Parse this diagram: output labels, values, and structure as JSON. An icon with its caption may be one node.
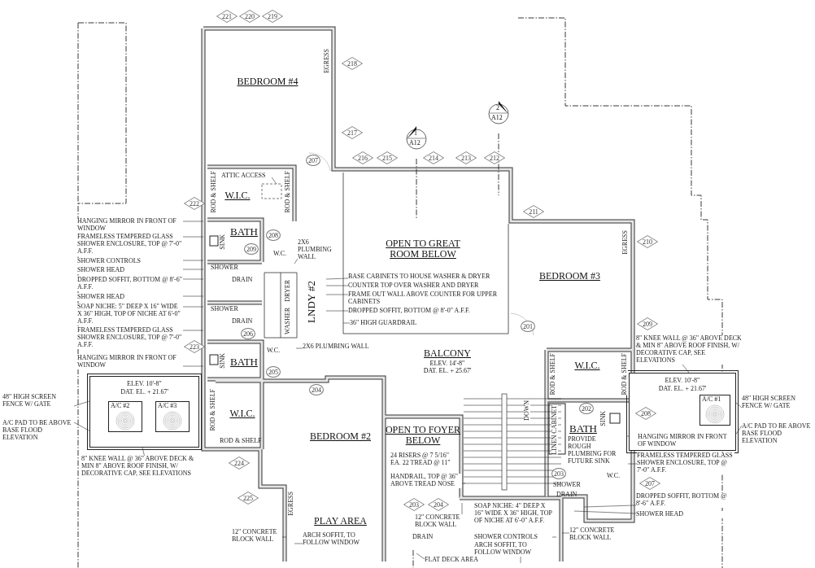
{
  "diagram": {
    "nodes": [
      {
        "text": [
          "BEDROOM #4"
        ]
      },
      {
        "text": [
          "W.I.C."
        ]
      },
      {
        "text": [
          "BATH"
        ]
      },
      {
        "text": [
          "LNDY #2"
        ]
      },
      {
        "text": [
          "BATH"
        ]
      },
      {
        "text": [
          "W.I.C."
        ]
      },
      {
        "text": [
          "BEDROOM #2",
          "PLAY AREA"
        ]
      },
      {
        "text": [
          "OPEN TO GREAT ROOM BELOW"
        ]
      },
      {
        "text": [
          "BALCONY",
          "ELEV. 14'-8\"",
          "DAT. EL. + 25.67'"
        ]
      },
      {
        "text": [
          "BEDROOM #3"
        ]
      },
      {
        "text": [
          "W.I.C."
        ]
      },
      {
        "text": [
          "BATH"
        ]
      },
      {
        "text": [
          "OPEN TO FOYER BELOW"
        ]
      },
      {
        "text": [
          "ELEV. 10'-8\"",
          "DAT. EL. + 21.67'"
        ]
      },
      {
        "text": [
          "A/C #2"
        ],
        "in": 13
      },
      {
        "text": [
          "A/C #3"
        ],
        "in": 13
      },
      {
        "text": [
          "ELEV. 10'-8\"",
          "DAT. EL. + 21.67'"
        ]
      },
      {
        "text": [
          "A/C #1"
        ],
        "in": 16
      },
      {
        "text": [
          "HANGING MIRROR IN FRONT OF WINDOW"
        ]
      },
      {
        "text": [
          "FRAMELESS TEMPERED GLASS SHOWER ENCLOSURE, TOP @ 7'-0\" A.F.F."
        ]
      },
      {
        "text": [
          "SHOWER CONTROLS"
        ]
      },
      {
        "text": [
          "SHOWER HEAD"
        ]
      },
      {
        "text": [
          "DROPPED SOFFIT, BOTTOM @ 8'-6\" A.F.F."
        ]
      },
      {
        "text": [
          "SHOWER HEAD"
        ]
      },
      {
        "text": [
          "SOAP NICHE: 5\" DEEP X 16\" WIDE X 36\" HIGH, TOP OF NICHE AT 6'-0\" A.F.F."
        ]
      },
      {
        "text": [
          "FRAMELESS TEMPERED GLASS SHOWER ENCLOSURE, TOP @ 7'-0\" A.F.F."
        ]
      },
      {
        "text": [
          "HANGING MIRROR IN FRONT OF WINDOW"
        ]
      },
      {
        "text": [
          "48\" HIGH SCREEN FENCE W/ GATE"
        ]
      },
      {
        "text": [
          "A/C PAD TO BE ABOVE BASE FLOOD ELEVATION"
        ]
      },
      {
        "text": [
          "8\" KNEE WALL @ 36\" ABOVE DECK & MIN 8\" ABOVE ROOF FINISH, W/ DECORATIVE CAP, SEE ELEVATIONS"
        ]
      },
      {
        "text": [
          "ATTIC ACCESS"
        ]
      },
      {
        "text": [
          "2X6 PLUMBING WALL"
        ]
      },
      {
        "text": [
          "BASE CABINETS TO HOUSE WASHER & DRYER"
        ]
      },
      {
        "text": [
          "COUNTER TOP OVER WASHER AND DRYER"
        ]
      },
      {
        "text": [
          "FRAME OUT WALL ABOVE COUNTER FOR UPPER CABINETS"
        ]
      },
      {
        "text": [
          "DROPPED SOFFIT, BOTTOM @ 8'-0\" A.F.F."
        ]
      },
      {
        "text": [
          "36\" HIGH GUARDRAIL"
        ]
      },
      {
        "text": [
          "2X6 PLUMBING WALL"
        ]
      },
      {
        "text": [
          "HANDRAIL, TOP @ 36\" ABOVE TREAD NOSE"
        ]
      },
      {
        "text": [
          "12\" CONCRETE BLOCK WALL"
        ]
      },
      {
        "text": [
          "ARCH SOFFIT, TO FOLLOW WINDOW"
        ]
      },
      {
        "text": [
          "12\" CONCRETE BLOCK WALL"
        ]
      },
      {
        "text": [
          "FLAT DECK AREA"
        ]
      },
      {
        "text": [
          "ARCH SOFFIT, TO FOLLOW WINDOW"
        ]
      },
      {
        "text": [
          "SHOWER CONTROLS"
        ]
      },
      {
        "text": [
          "12\" CONCRETE BLOCK WALL"
        ]
      },
      {
        "text": [
          "DROPPED SOFFIT, BOTTOM @ 8'-6\" A.F.F."
        ]
      },
      {
        "text": [
          "SHOWER HEAD"
        ]
      },
      {
        "text": [
          "FRAMELESS TEMPERED GLASS SHOWER ENCLOSURE, TOP @ 7'-0\" A.F.F."
        ]
      },
      {
        "text": [
          "HANGING MIRROR IN FRONT OF WINDOW"
        ],
        "in": 16
      },
      {
        "text": [
          "8\" KNEE WALL @ 36\" ABOVE DECK & MIN 8\" ABOVE ROOF FINISH, W/ DECORATIVE CAP, SEE ELEVATIONS"
        ]
      },
      {
        "text": [
          "48\" HIGH SCREEN FENCE W/ GATE"
        ]
      },
      {
        "text": [
          "A/C PAD TO BE ABOVE BASE FLOOD ELEVATION"
        ]
      }
    ],
    "edges": [
      {
        "from": 18,
        "to": null,
        "arrow": "none"
      },
      {
        "from": 19,
        "to": null,
        "arrow": "none"
      },
      {
        "from": 20,
        "to": null,
        "arrow": "none"
      },
      {
        "from": 21,
        "to": null,
        "arrow": "none"
      },
      {
        "from": 22,
        "to": null,
        "arrow": "none"
      },
      {
        "from": 23,
        "to": null,
        "arrow": "none"
      },
      {
        "from": 24,
        "to": null,
        "arrow": "none"
      },
      {
        "from": 25,
        "to": null,
        "arrow": "none"
      },
      {
        "from": 26,
        "to": null,
        "arrow": "none"
      },
      {
        "from": 27,
        "to": 13,
        "arrow": "none"
      },
      {
        "from": 28,
        "to": 13,
        "arrow": "none"
      },
      {
        "from": 29,
        "to": 13,
        "arrow": "none"
      },
      {
        "from": 30,
        "to": null,
        "arrow": "none"
      },
      {
        "from": 31,
        "to": null,
        "arrow": "none"
      },
      {
        "from": 32,
        "to": null,
        "arrow": "none"
      },
      {
        "from": 33,
        "to": null,
        "arrow": "none"
      },
      {
        "from": 34,
        "to": null,
        "arrow": "none"
      },
      {
        "from": 35,
        "to": null,
        "arrow": "none"
      },
      {
        "from": 36,
        "to": null,
        "arrow": "none"
      },
      {
        "from": 37,
        "to": null,
        "arrow": "none"
      },
      {
        "from": 38,
        "to": null,
        "arrow": "none"
      },
      {
        "from": 39,
        "to": null,
        "arrow": "none"
      },
      {
        "from": 40,
        "to": null,
        "arrow": "none"
      },
      {
        "from": 41,
        "to": null,
        "arrow": "none"
      },
      {
        "from": 42,
        "to": null,
        "arrow": "none"
      },
      {
        "from": 43,
        "to": null,
        "arrow": "none"
      },
      {
        "from": 44,
        "to": null,
        "arrow": "none"
      },
      {
        "from": 45,
        "to": null,
        "arrow": "none"
      },
      {
        "from": 46,
        "to": null,
        "arrow": "none"
      },
      {
        "from": 47,
        "to": null,
        "arrow": "none"
      },
      {
        "from": 48,
        "to": null,
        "arrow": "none"
      },
      {
        "from": 49,
        "to": null,
        "arrow": "none"
      },
      {
        "from": 50,
        "to": 16,
        "arrow": "none"
      },
      {
        "from": 51,
        "to": 16,
        "arrow": "none"
      },
      {
        "from": 52,
        "to": 16,
        "arrow": "none"
      }
    ],
    "labels": [
      "221",
      "220",
      "219",
      "EGRESS",
      "218",
      "2",
      "A12",
      "217",
      "1",
      "A12",
      "207",
      "216",
      "215",
      "214",
      "213",
      "212",
      "ROD & SHELF",
      "ROD & SHELF",
      "211",
      "SINK",
      "208",
      "EGRESS",
      "210",
      "222",
      "209",
      "W.C.",
      "SHOWER",
      "DRAIN",
      "DRYER",
      "SHOWER",
      "WASHER",
      "DRAIN",
      "201",
      "209",
      "206",
      "223",
      "W.C.",
      "SINK",
      "ROD & SHELF",
      "ROD & SHELF",
      "205",
      "204",
      "ROD & SHELF",
      "DOWN",
      "LINEN CABINET",
      "202",
      "SINK",
      "208",
      "PROVIDE ROUGH PLUMBING FOR FUTURE SINK",
      "ROD & SHELF",
      "24 RISERS @ 7 5/16\" EA. 22 TREAD @ 11\"",
      "224",
      "203",
      "W.C.",
      "SHOWER",
      "207",
      "225",
      "EGRESS",
      "DRAIN",
      "203",
      "204",
      "SOAP NICHE: 4\" DEEP X 16\" WIDE X 36\" HIGH, TOP OF NICHE AT 6'-0\" A.F.F.",
      "DRAIN"
    ]
  }
}
